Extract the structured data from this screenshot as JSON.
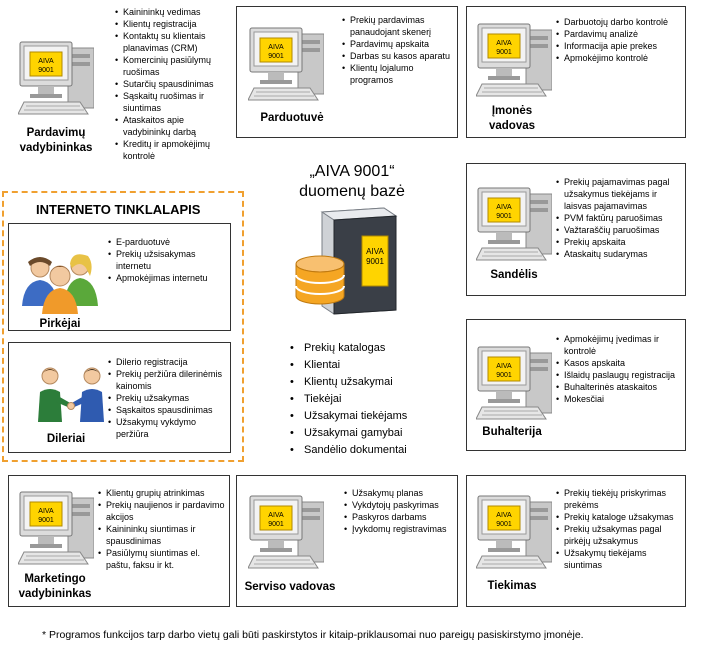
{
  "db": {
    "title_line1": "„AIVA 9001“",
    "title_line2": "duomenų bazė",
    "items": [
      "Prekių katalogas",
      "Klientai",
      "Klientų užsakymai",
      "Tiekėjai",
      "Užsakymai tiekėjams",
      "Užsakymai gamybai",
      "Sandėlio dokumentai"
    ]
  },
  "monitor_label": [
    "AIVA",
    "9001"
  ],
  "server_label": [
    "AIVA",
    "9001"
  ],
  "sales": {
    "role": [
      "Pardavimų",
      "vadybininkas"
    ],
    "items": [
      "Kainininkų vedimas",
      "Klientų registracija",
      "Kontaktų su klientais planavimas (CRM)",
      "Komercinių pasiūlymų ruošimas",
      "Sutarčių spausdinimas",
      "Sąskaitų ruošimas ir siuntimas",
      "Ataskaitos apie vadybininkų darbą",
      "Kreditų ir apmokėjimų kontrolė"
    ]
  },
  "store": {
    "role": [
      "Parduotuvė"
    ],
    "items": [
      "Prekių pardavimas panaudojant skenerį",
      "Pardavimų apskaita",
      "Darbas su kasos aparatu",
      "Klientų lojalumo programos"
    ]
  },
  "manager": {
    "role": [
      "Įmonės",
      "vadovas"
    ],
    "items": [
      "Darbuotojų darbo kontrolė",
      "Pardavimų analizė",
      "Informacija apie prekes",
      "Apmokėjimo kontrolė"
    ]
  },
  "warehouse": {
    "role": [
      "Sandėlis"
    ],
    "items": [
      "Prekių pajamavimas pagal užsakymus tiekėjams ir laisvas pajamavimas",
      "PVM faktūrų paruošimas",
      "Važtaraščių paruošimas",
      "Prekių apskaita",
      "Ataskaitų sudarymas"
    ]
  },
  "accounting": {
    "role": [
      "Buhalterija"
    ],
    "items": [
      "Apmokėjimų įvedimas ir kontrolė",
      "Kasos apskaita",
      "Išlaidų paslaugų registracija",
      "Buhalterinės ataskaitos",
      "Mokesčiai"
    ]
  },
  "internet": {
    "title": "INTERNETO TINKLALAPIS"
  },
  "buyers": {
    "role": [
      "Pirkėjai"
    ],
    "items": [
      "E-parduotuvė",
      "Prekių užsisakymas internetu",
      "Apmokėjimas internetu"
    ]
  },
  "dealers": {
    "role": [
      "Dileriai"
    ],
    "items": [
      "Dilerio registracija",
      "Prekių peržiūra dilerinėmis kainomis",
      "Prekių užsakymas",
      "Sąskaitos spausdinimas",
      "Užsakymų vykdymo peržiūra"
    ]
  },
  "marketing": {
    "role": [
      "Marketingo",
      "vadybininkas"
    ],
    "items": [
      "Klientų grupių atrinkimas",
      "Prekių naujienos ir pardavimo akcijos",
      "Kainininkų siuntimas ir spausdinimas",
      "Pasiūlymų siuntimas el. paštu, faksu ir kt."
    ]
  },
  "service": {
    "role": [
      "Serviso vadovas"
    ],
    "items": [
      "Užsakymų planas",
      "Vykdytojų paskyrimas",
      "Paskyros darbams",
      "Įvykdomų registravimas"
    ]
  },
  "supply": {
    "role": [
      "Tiekimas"
    ],
    "items": [
      "Prekių tiekėjų priskyrimas prekėms",
      "Prekių kataloge užsakymas",
      "Prekių užsakymas pagal pirkėjų užsakymus",
      "Užsakymų tiekėjams siuntimas"
    ]
  },
  "footnote": "* Programos funkcijos tarp darbo vietų gali būti paskirstytos ir kitaip-priklausomai nuo pareigų pasiskirstymo įmonėje.",
  "colors": {
    "accent_dashed": "#f0a030",
    "screen_yellow": "#ffd400",
    "db_orange": "#f5a623"
  }
}
